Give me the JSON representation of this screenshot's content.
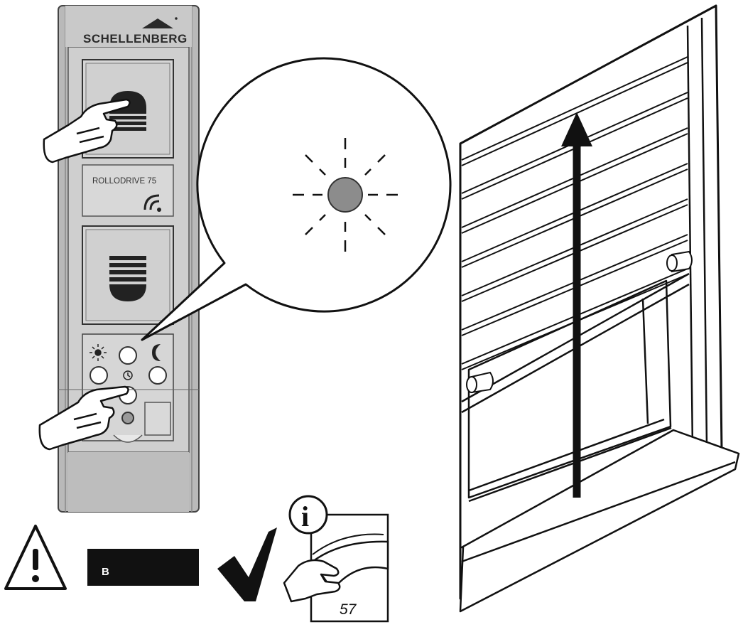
{
  "device": {
    "brand": "SCHELLENBERG",
    "model": "ROLLODRIVE 75",
    "up_button_icon": "shutter-up-icon",
    "down_button_icon": "shutter-down-icon",
    "signal_icon": "wireless-signal-icon",
    "sun_icon": "sun-icon",
    "moon_icon": "moon-icon",
    "clock_icon": "clock-icon"
  },
  "callout": {
    "led_icon": "led-flashing-icon",
    "led_color": "#8c8c8c"
  },
  "footer": {
    "warning_icon": "warning-triangle-icon",
    "badge_label": "B",
    "badge_color": "#111111",
    "check_icon": "checkmark-icon",
    "info_icon": "info-icon",
    "info_letter": "i",
    "page_number": "57"
  },
  "scene": {
    "arrow_icon": "arrow-up-icon",
    "shutter_icon": "roller-shutter-icon"
  }
}
